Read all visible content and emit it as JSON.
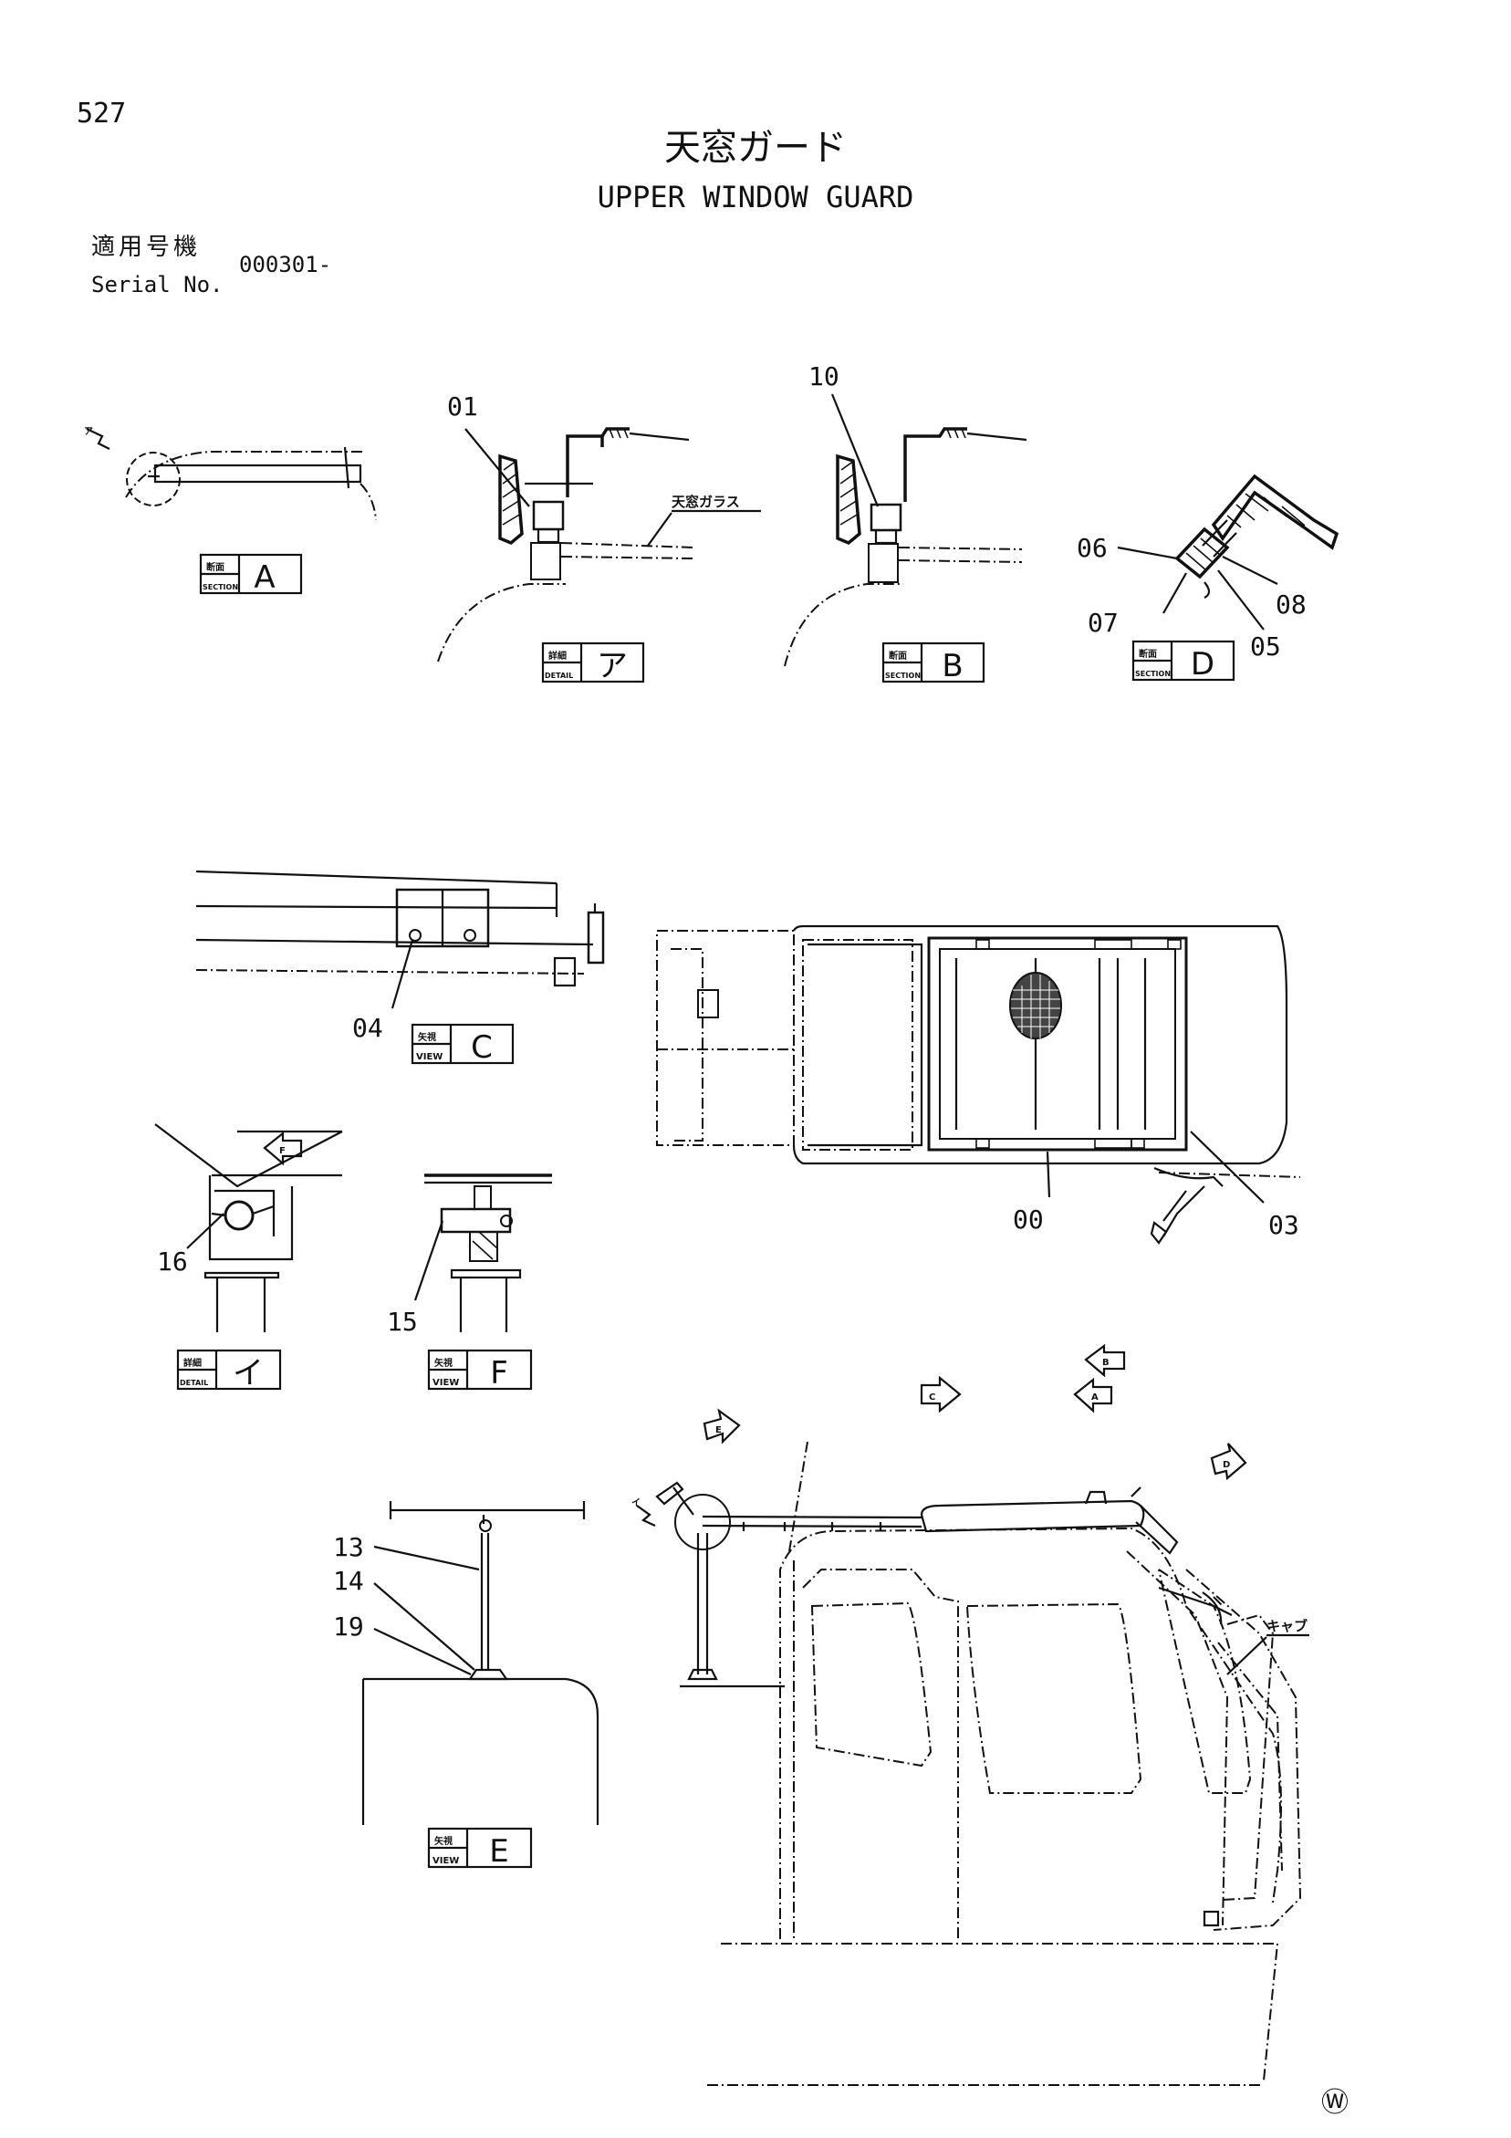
{
  "header": {
    "page_number": "527",
    "title_jp": "天窓ガード",
    "title_en": "UPPER WINDOW GUARD",
    "serial_label_jp": "適用号機",
    "serial_label_en": "Serial No.",
    "serial_value": "000301-"
  },
  "views": [
    {
      "id": "section-a",
      "top": "断面",
      "bottom": "SECTION",
      "letter": "A"
    },
    {
      "id": "detail-a",
      "top": "詳細",
      "bottom": "DETAIL",
      "letter": "ア"
    },
    {
      "id": "section-b",
      "top": "断面",
      "bottom": "SECTION",
      "letter": "B"
    },
    {
      "id": "section-d",
      "top": "断面",
      "bottom": "SECTION",
      "letter": "D"
    },
    {
      "id": "view-c",
      "top": "矢視",
      "bottom": "VIEW",
      "letter": "C"
    },
    {
      "id": "detail-i",
      "top": "詳細",
      "bottom": "DETAIL",
      "letter": "イ"
    },
    {
      "id": "view-f",
      "top": "矢視",
      "bottom": "VIEW",
      "letter": "F"
    },
    {
      "id": "view-e",
      "top": "矢視",
      "bottom": "VIEW",
      "letter": "E"
    }
  ],
  "part_numbers": {
    "p00": "00",
    "p01": "01",
    "p03": "03",
    "p04": "04",
    "p05": "05",
    "p06": "06",
    "p07": "07",
    "p08": "08",
    "p10": "10",
    "p13": "13",
    "p14": "14",
    "p15": "15",
    "p16": "16",
    "p19": "19"
  },
  "labels": {
    "skylight_glass": "天窓ガラス",
    "cab": "キャブ",
    "detail_marker_a": "ア",
    "detail_marker_i": "イ"
  },
  "arrows": {
    "a": "A",
    "b": "B",
    "c": "C",
    "d": "D",
    "e": "E",
    "f": "F"
  },
  "footer_mark": "Ⓦ"
}
